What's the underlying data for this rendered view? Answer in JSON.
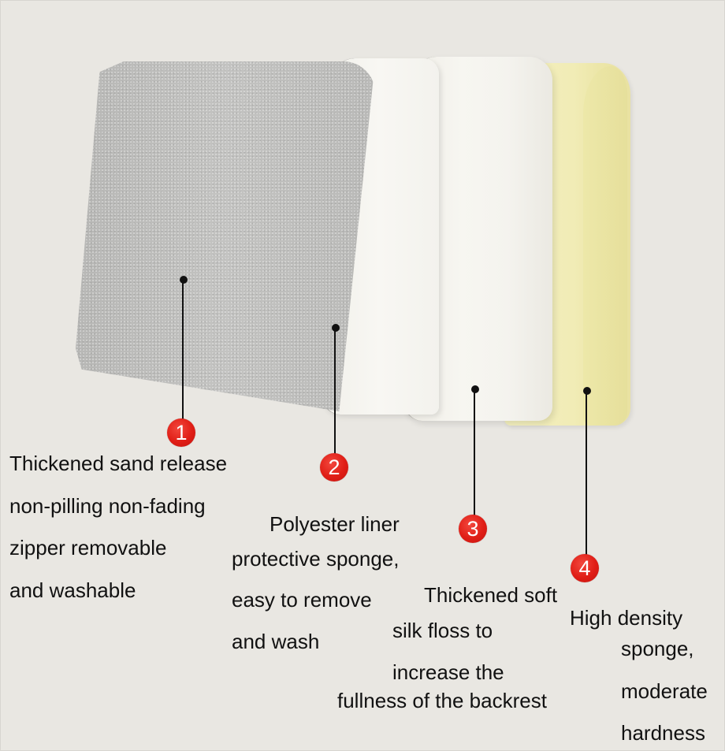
{
  "image": {
    "subject": "Pillow / backrest layer structure infographic",
    "background_color": "#e9e7e2",
    "accent_color": "#e01e16"
  },
  "layers": [
    {
      "number": "1",
      "name": "fabric-cover",
      "swatch_color": "#bdbdbb",
      "caption_lines": [
        "Thickened sand release",
        "non-pilling non-fading",
        "zipper removable",
        "and washable"
      ]
    },
    {
      "number": "2",
      "name": "polyester-liner",
      "swatch_color": "#f5f4ef",
      "caption_lines": [
        "Polyester liner",
        "protective sponge,",
        "easy to remove",
        "and wash"
      ]
    },
    {
      "number": "3",
      "name": "silk-floss",
      "swatch_color": "#f2f1eb",
      "caption_lines": [
        "Thickened soft",
        "silk floss to",
        "increase the",
        "fullness of the backrest"
      ]
    },
    {
      "number": "4",
      "name": "high-density-sponge",
      "swatch_color": "#f1ecb6",
      "caption_lines": [
        "High density",
        "sponge,",
        "moderate",
        "hardness"
      ]
    }
  ]
}
